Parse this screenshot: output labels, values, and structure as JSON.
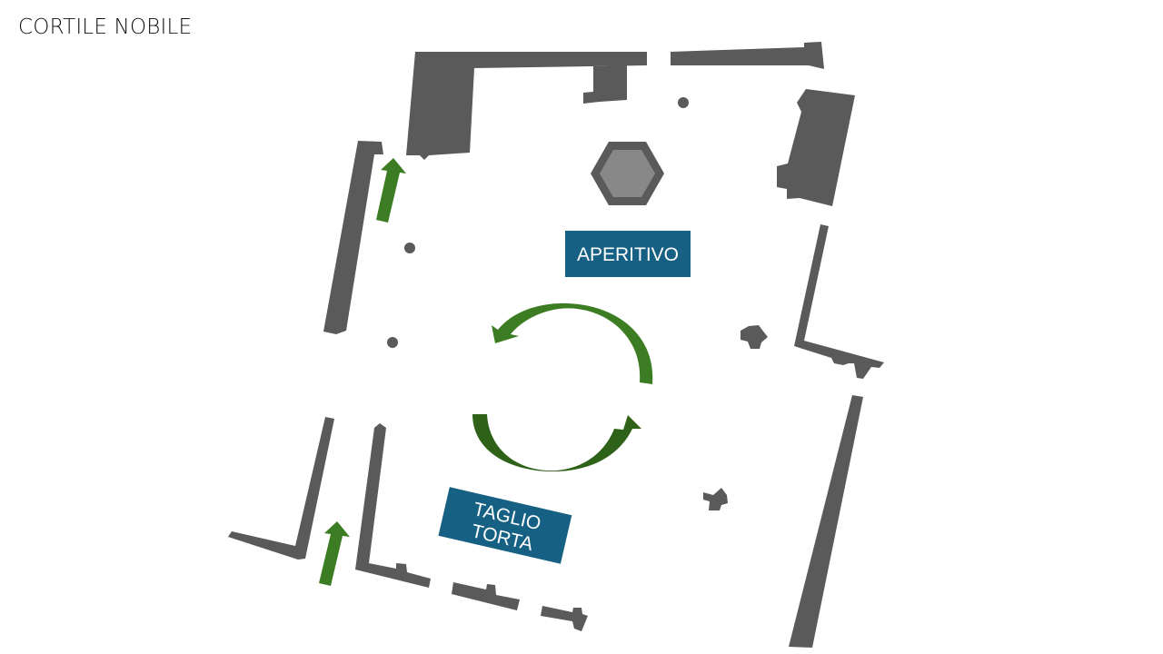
{
  "title": "CORTILE NOBILE",
  "areas": [
    {
      "id": "aperitivo",
      "label": "APERITIVO"
    },
    {
      "id": "taglio-torta",
      "label_lines": [
        "TAGLIO",
        "TORTA"
      ]
    }
  ],
  "colors": {
    "wall": "#5a5a5a",
    "label_bg": "#166083",
    "arrow": "#3c7d24",
    "arrow_dark": "#2f6219",
    "fountain_inner": "#888888"
  }
}
